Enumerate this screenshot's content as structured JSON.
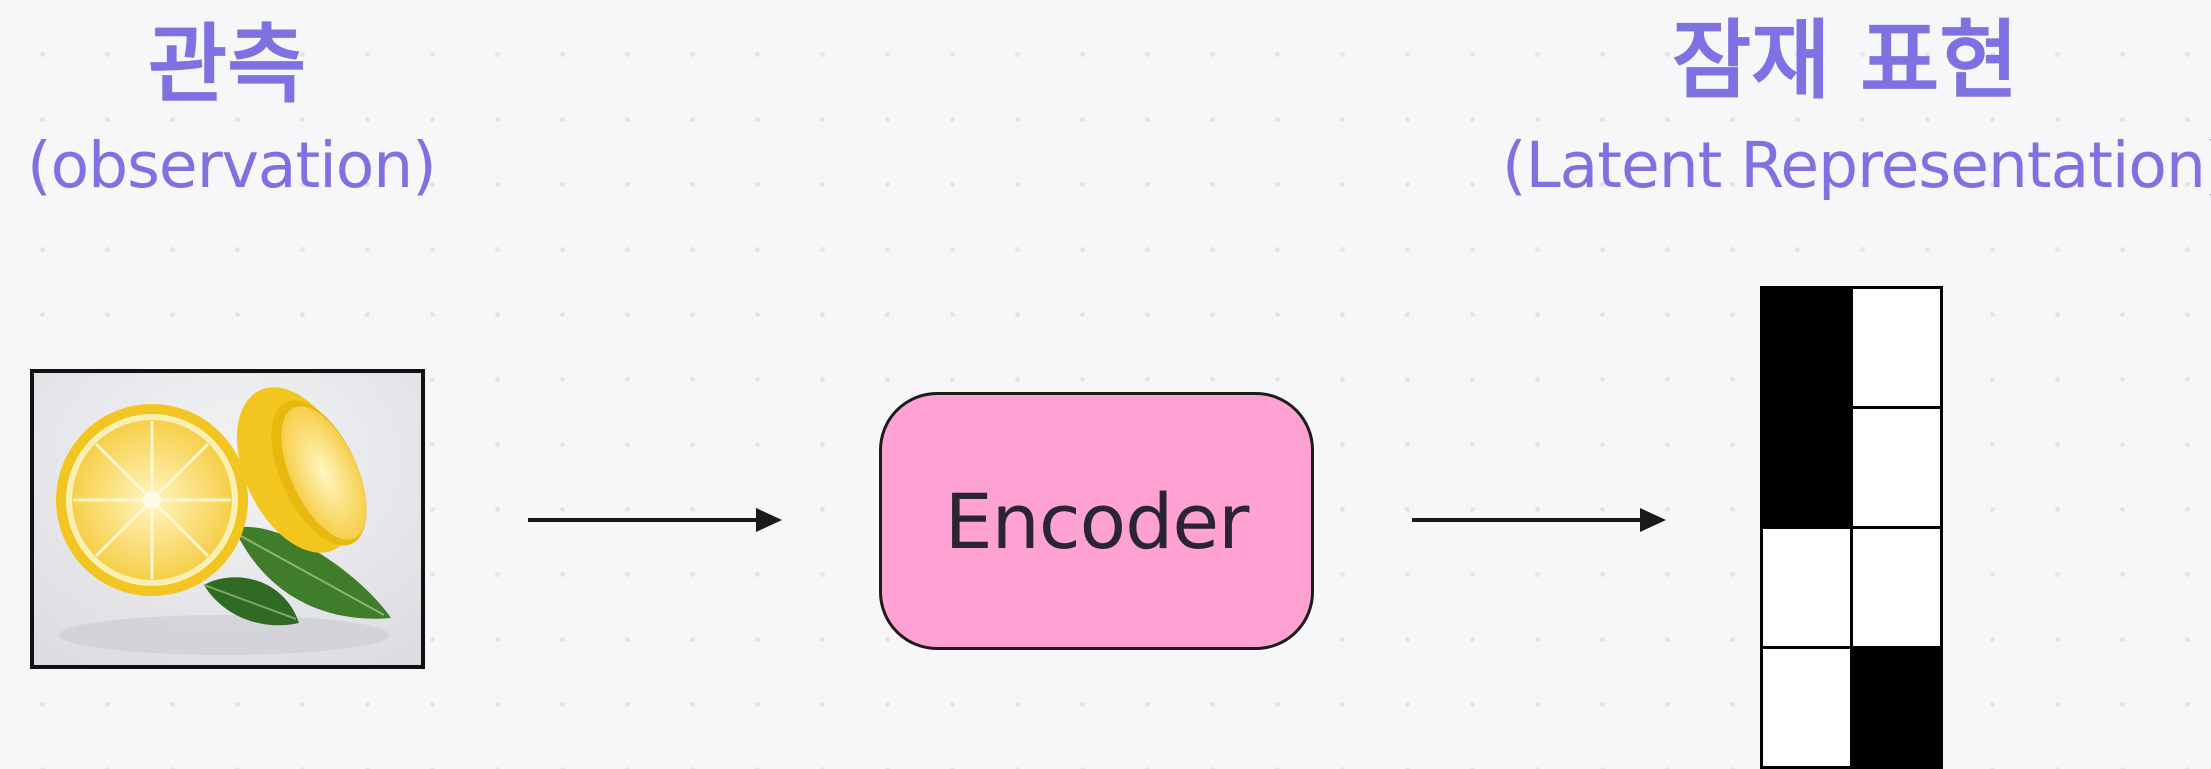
{
  "observation": {
    "title": "관측",
    "subtitle": "(observation)",
    "image_icon": "lemon-photo"
  },
  "encoder": {
    "label": "Encoder",
    "fill_color": "#ffa2d3"
  },
  "latent": {
    "title": "잠재 표현",
    "subtitle": "(Latent Representation)",
    "grid": {
      "rows": 4,
      "cols": 2,
      "cells": [
        [
          1,
          0
        ],
        [
          1,
          0
        ],
        [
          0,
          0
        ],
        [
          0,
          1
        ]
      ]
    }
  },
  "colors": {
    "accent": "#7e72e3",
    "background": "#f7f7f9",
    "arrow": "#1a1a1a"
  }
}
